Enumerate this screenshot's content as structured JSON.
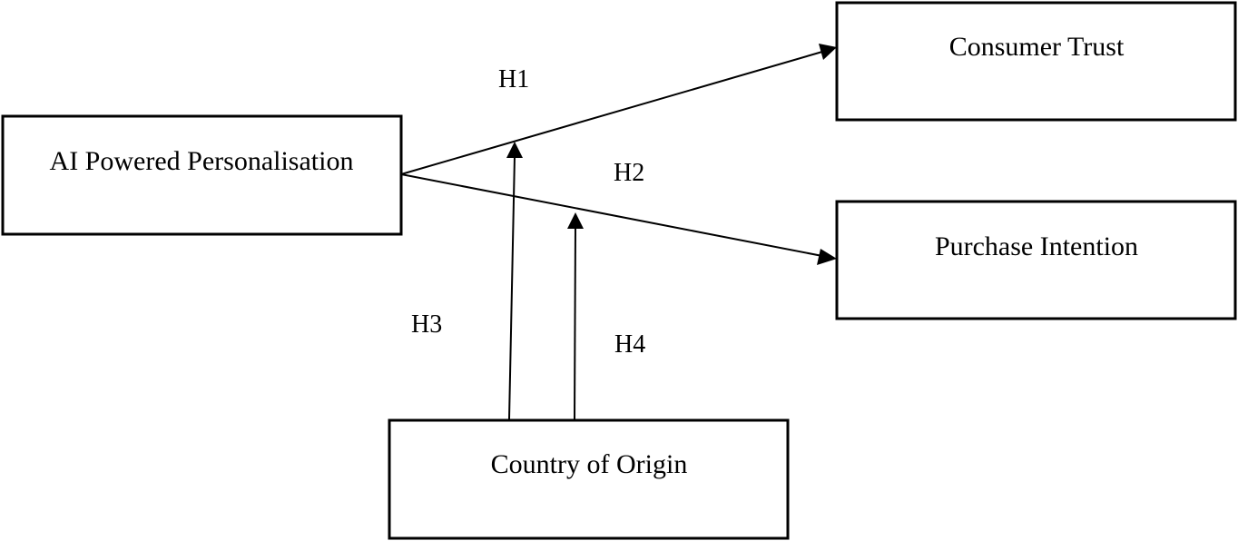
{
  "nodes": {
    "ai": {
      "label": "AI Powered Personalisation"
    },
    "trust": {
      "label": "Consumer Trust"
    },
    "purchase": {
      "label": "Purchase Intention"
    },
    "origin": {
      "label": "Country of Origin"
    }
  },
  "hypotheses": {
    "h1": "H1",
    "h2": "H2",
    "h3": "H3",
    "h4": "H4"
  },
  "edges": [
    {
      "id": "h1",
      "from": "ai",
      "to": "trust"
    },
    {
      "id": "h2",
      "from": "ai",
      "to": "purchase"
    },
    {
      "id": "h3",
      "from": "origin",
      "to": "h1",
      "type": "moderation"
    },
    {
      "id": "h4",
      "from": "origin",
      "to": "h2",
      "type": "moderation"
    }
  ]
}
